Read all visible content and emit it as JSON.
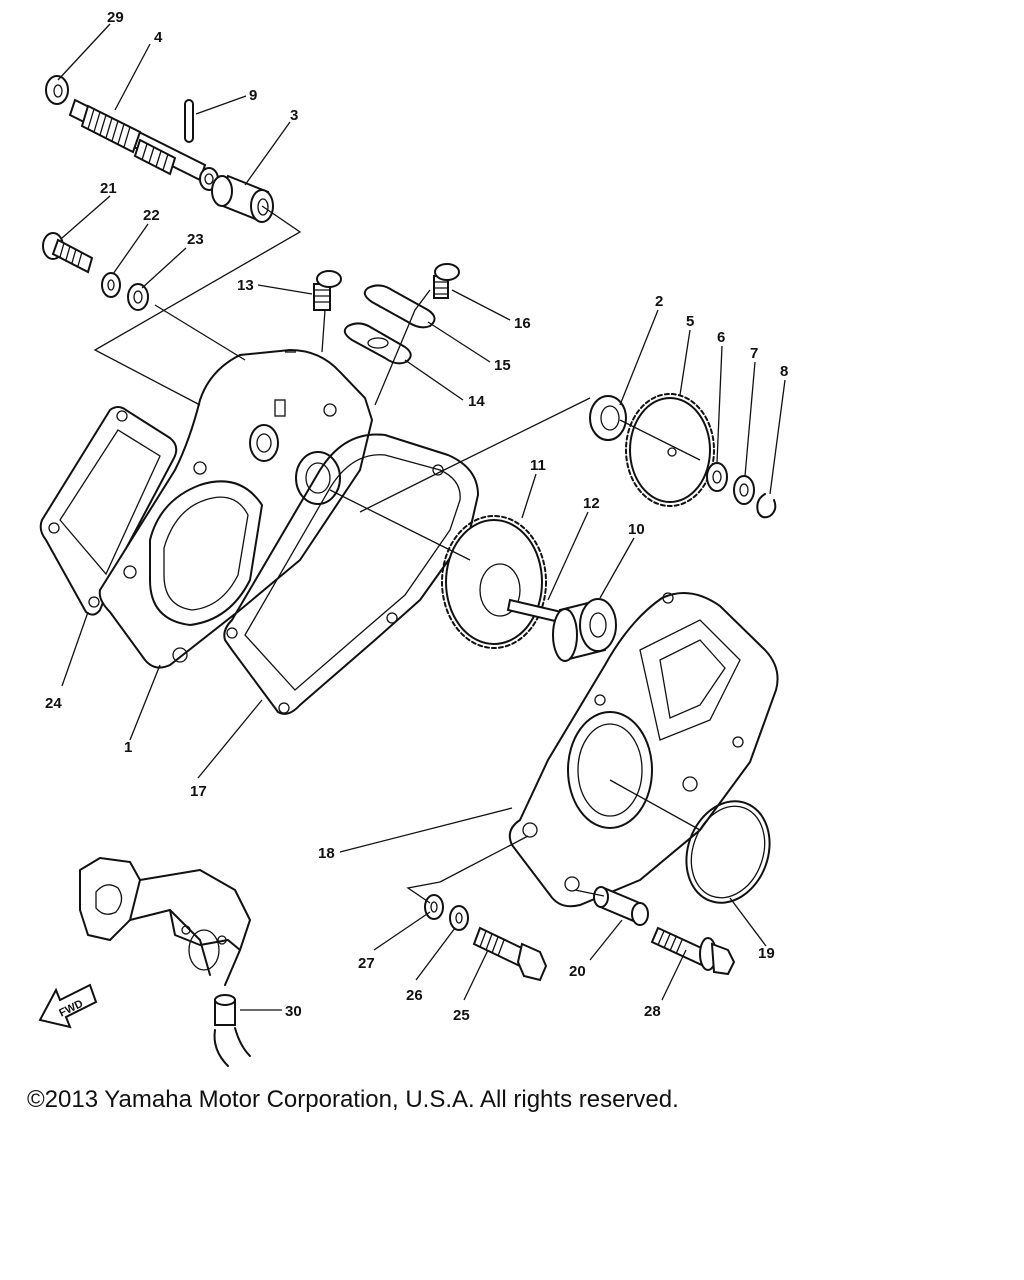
{
  "callouts": [
    "29",
    "4",
    "9",
    "3",
    "21",
    "22",
    "23",
    "13",
    "16",
    "15",
    "14",
    "2",
    "5",
    "6",
    "7",
    "8",
    "11",
    "12",
    "10",
    "24",
    "1",
    "17",
    "18",
    "19",
    "27",
    "26",
    "25",
    "20",
    "28",
    "30"
  ],
  "fwd_label": "FWD",
  "copyright": "©2013 Yamaha Motor Corporation, U.S.A. All rights reserved."
}
